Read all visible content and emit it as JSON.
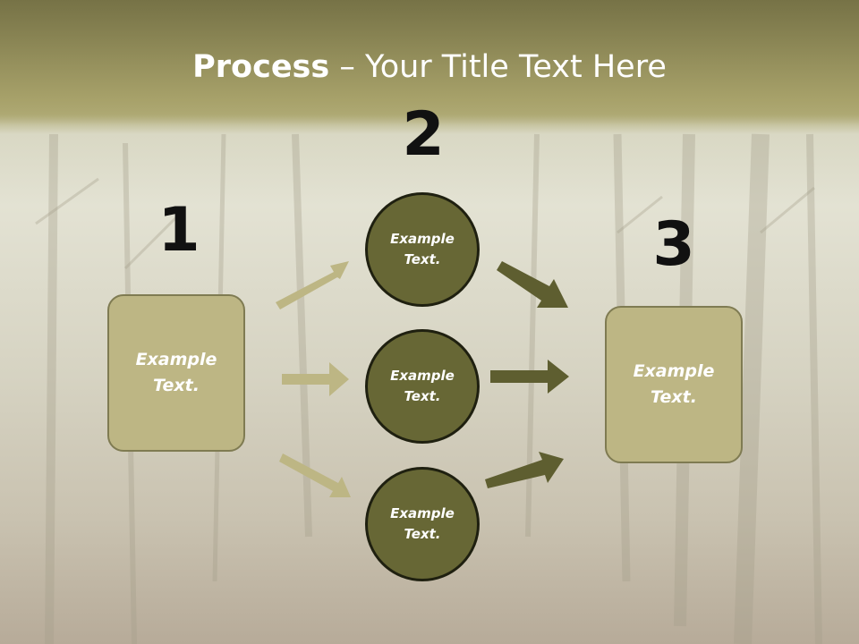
{
  "title": {
    "bold": "Process",
    "rest": " – Your Title Text Here"
  },
  "steps": {
    "one": "1",
    "two": "2",
    "three": "3"
  },
  "left_box": {
    "text": "Example Text."
  },
  "right_box": {
    "text": "Example Text."
  },
  "circles": [
    {
      "text": "Example Text."
    },
    {
      "text": "Example Text."
    },
    {
      "text": "Example Text."
    }
  ],
  "colors": {
    "box_fill": "#bdb684",
    "circle_fill": "#676735",
    "light_arrow": "#bdb684",
    "dark_arrow": "#5e5e30"
  }
}
